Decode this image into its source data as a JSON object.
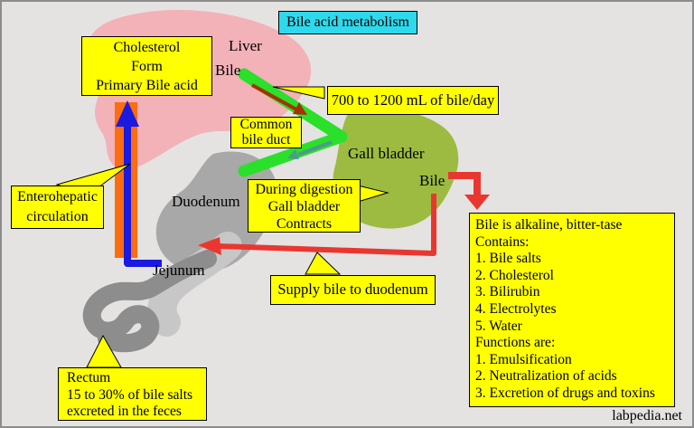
{
  "title": {
    "text": "Bile acid metabolism"
  },
  "watermark": "labpedia.net",
  "anatomy_labels": {
    "liver": "Liver",
    "liver_bile": "Bile",
    "gall_bladder": "Gall bladder",
    "gall_bladder_bile": "Bile",
    "duodenum": "Duodenum",
    "jejunum": "Jejunum"
  },
  "callout_boxes": {
    "cholesterol": {
      "lines": [
        "Cholesterol",
        "Form",
        "Primary Bile acid"
      ]
    },
    "bile_per_day": {
      "text": "700 to 1200 mL of bile/day"
    },
    "common_bile_duct": {
      "lines": [
        "Common",
        "bile duct"
      ]
    },
    "during_digestion": {
      "lines": [
        "During digestion",
        "Gall bladder",
        "Contracts"
      ]
    },
    "enterohepatic": {
      "lines": [
        "Enterohepatic",
        "circulation"
      ]
    },
    "supply": {
      "text": "Supply bile to duodenum"
    },
    "bile_info": {
      "lines": [
        "Bile is alkaline, bitter-tase",
        "Contains:",
        "1. Bile salts",
        "2. Cholesterol",
        "3. Bilirubin",
        "4. Electrolytes",
        "5. Water",
        "Functions are:",
        "1. Emulsification",
        "2. Neutralization of acids",
        "3. Excretion of drugs and toxins"
      ]
    },
    "rectum": {
      "lines": [
        "Rectum",
        "15 to 30% of bile salts",
        "excreted in the feces"
      ]
    }
  },
  "colors": {
    "background": "#e4e3e1",
    "callout_yellow": "#ffff00",
    "title_cyan": "#2ed9ec",
    "liver_pink": "#f3b1b8",
    "gallbladder_green": "#9cbb40",
    "bile_duct_green": "#2ae02a",
    "arrow_red": "#e93730",
    "duct_flow_dark_red": "#a83000",
    "duct_flow_teal": "#4f9a8a",
    "circulation_orange": "#fe6c10",
    "circulation_blue": "#1a1ae0",
    "duodenum_gray": "#a8a8a8",
    "jejunum_gray": "#c7c7c7",
    "colon_gray": "#8d8d8d"
  }
}
